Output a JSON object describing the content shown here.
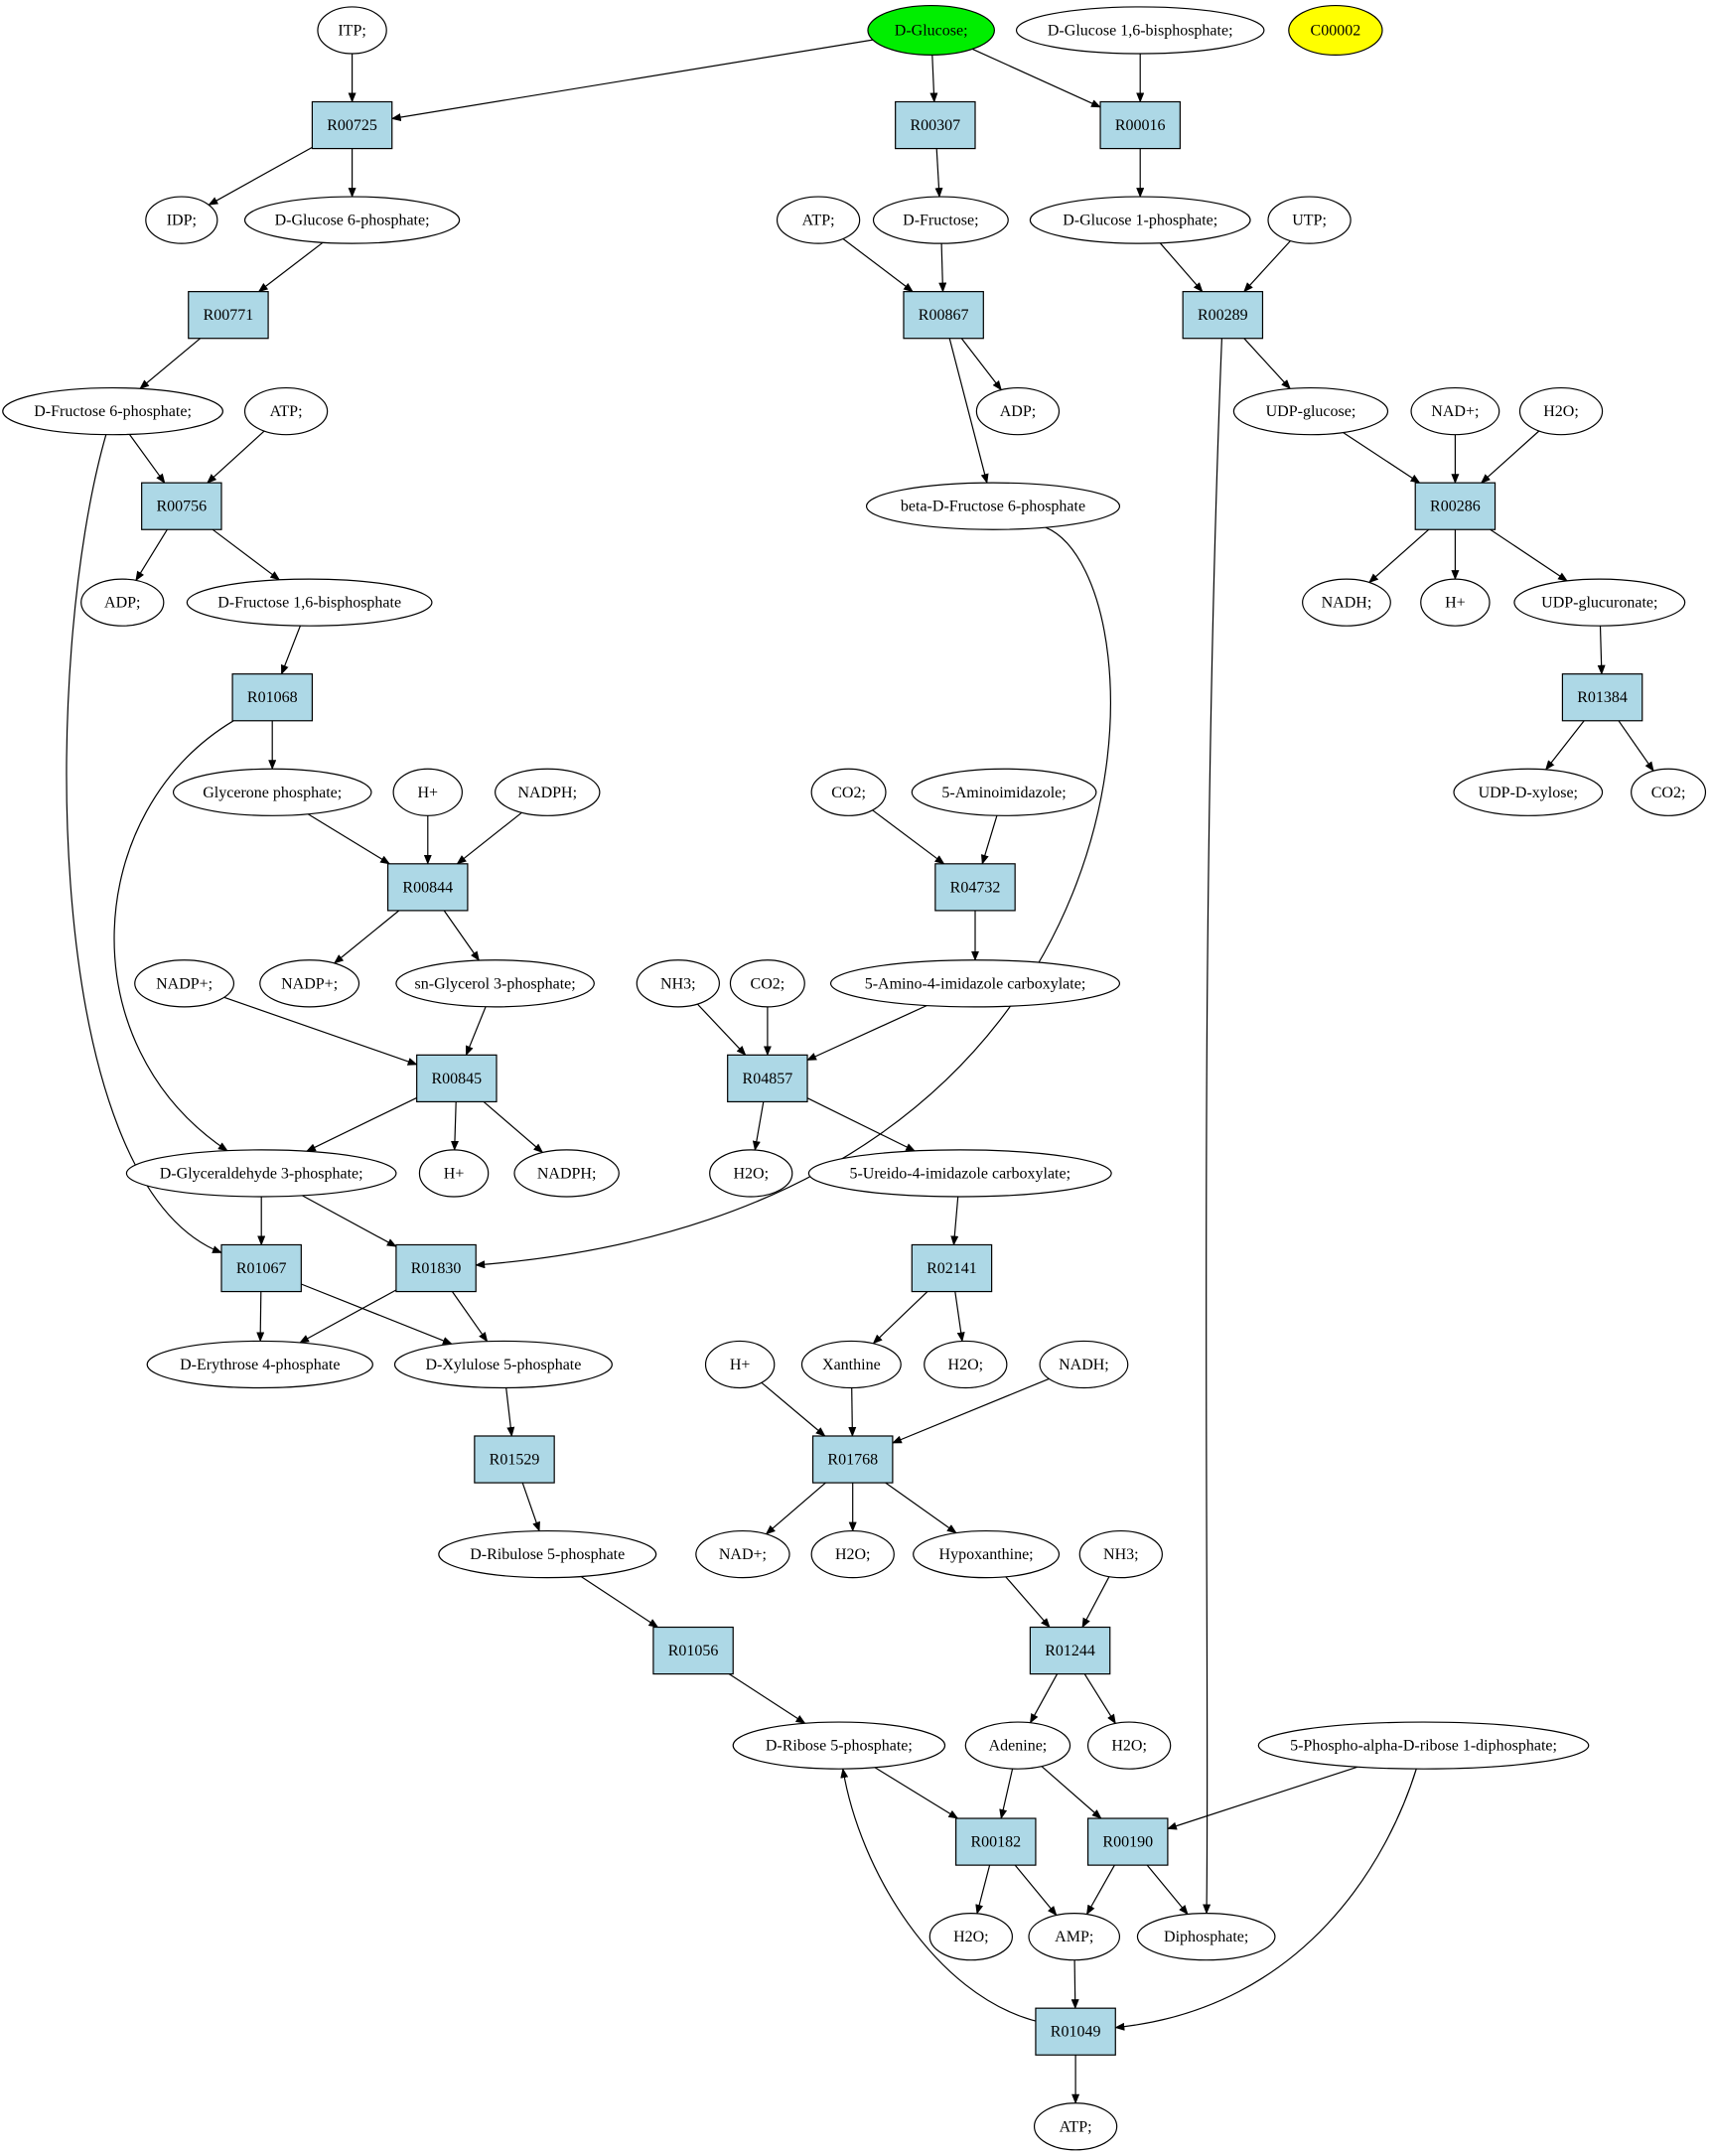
{
  "colors": {
    "reaction_fill": "#add8e6",
    "compound_fill": "#ffffff",
    "source_fill": "#00ee00",
    "extra_fill": "#ffff00",
    "stroke": "#000000"
  },
  "compounds": [
    {
      "id": "itp",
      "label": "ITP;"
    },
    {
      "id": "glucose",
      "label": "D-Glucose;",
      "highlight": "source"
    },
    {
      "id": "g16bp",
      "label": "D-Glucose 1,6-bisphosphate;"
    },
    {
      "id": "c00002",
      "label": "C00002",
      "highlight": "extra"
    },
    {
      "id": "idp",
      "label": "IDP;"
    },
    {
      "id": "g6p",
      "label": "D-Glucose 6-phosphate;"
    },
    {
      "id": "atp1",
      "label": "ATP;"
    },
    {
      "id": "fructose",
      "label": "D-Fructose;"
    },
    {
      "id": "g1p",
      "label": "D-Glucose 1-phosphate;"
    },
    {
      "id": "utp",
      "label": "UTP;"
    },
    {
      "id": "adp1",
      "label": "ADP;"
    },
    {
      "id": "f6p",
      "label": "D-Fructose 6-phosphate;"
    },
    {
      "id": "atp2",
      "label": "ATP;"
    },
    {
      "id": "udpglc",
      "label": "UDP-glucose;"
    },
    {
      "id": "nadp_plus_a",
      "label": "NAD+;"
    },
    {
      "id": "h2o_a",
      "label": "H2O;"
    },
    {
      "id": "bf6p",
      "label": "beta-D-Fructose 6-phosphate"
    },
    {
      "id": "adp2",
      "label": "ADP;"
    },
    {
      "id": "f16bp",
      "label": "D-Fructose 1,6-bisphosphate"
    },
    {
      "id": "nadh_a",
      "label": "NADH;"
    },
    {
      "id": "hplus_a",
      "label": "H+"
    },
    {
      "id": "udpgca",
      "label": "UDP-glucuronate;"
    },
    {
      "id": "glyp",
      "label": "Glycerone phosphate;"
    },
    {
      "id": "hplus_b",
      "label": "H+"
    },
    {
      "id": "nadph_a",
      "label": "NADPH;"
    },
    {
      "id": "co2_a",
      "label": "CO2;"
    },
    {
      "id": "aminoimid",
      "label": "5-Aminoimidazole;"
    },
    {
      "id": "udpxyl",
      "label": "UDP-D-xylose;"
    },
    {
      "id": "co2_b",
      "label": "CO2;"
    },
    {
      "id": "nadpp_a",
      "label": "NADP+;"
    },
    {
      "id": "nadpp_b",
      "label": "NADP+;"
    },
    {
      "id": "g3p",
      "label": "sn-Glycerol 3-phosphate;"
    },
    {
      "id": "nh3_a",
      "label": "NH3;"
    },
    {
      "id": "co2_c",
      "label": "CO2;"
    },
    {
      "id": "aic",
      "label": "5-Amino-4-imidazole carboxylate;"
    },
    {
      "id": "gap",
      "label": "D-Glyceraldehyde 3-phosphate;"
    },
    {
      "id": "hplus_c",
      "label": "H+"
    },
    {
      "id": "nadph_b",
      "label": "NADPH;"
    },
    {
      "id": "h2o_b",
      "label": "H2O;"
    },
    {
      "id": "uic",
      "label": "5-Ureido-4-imidazole carboxylate;"
    },
    {
      "id": "e4p",
      "label": "D-Erythrose 4-phosphate"
    },
    {
      "id": "x5p",
      "label": "D-Xylulose 5-phosphate"
    },
    {
      "id": "hplus_d",
      "label": "H+"
    },
    {
      "id": "xanthine",
      "label": "Xanthine"
    },
    {
      "id": "h2o_c",
      "label": "H2O;"
    },
    {
      "id": "nadh_b",
      "label": "NADH;"
    },
    {
      "id": "nadplus_b",
      "label": "NAD+;"
    },
    {
      "id": "h2o_d",
      "label": "H2O;"
    },
    {
      "id": "hypox",
      "label": "Hypoxanthine;"
    },
    {
      "id": "nh3_b",
      "label": "NH3;"
    },
    {
      "id": "ru5p",
      "label": "D-Ribulose 5-phosphate"
    },
    {
      "id": "r5p",
      "label": "D-Ribose 5-phosphate;"
    },
    {
      "id": "adenine",
      "label": "Adenine;"
    },
    {
      "id": "h2o_e",
      "label": "H2O;"
    },
    {
      "id": "prpp",
      "label": "5-Phospho-alpha-D-ribose 1-diphosphate;"
    },
    {
      "id": "h2o_f",
      "label": "H2O;"
    },
    {
      "id": "amp",
      "label": "AMP;"
    },
    {
      "id": "diphos",
      "label": "Diphosphate;"
    },
    {
      "id": "atp3",
      "label": "ATP;"
    }
  ],
  "reactions": [
    {
      "id": "r00725",
      "label": "R00725"
    },
    {
      "id": "r00307",
      "label": "R00307"
    },
    {
      "id": "r00016",
      "label": "R00016"
    },
    {
      "id": "r00771",
      "label": "R00771"
    },
    {
      "id": "r00867",
      "label": "R00867"
    },
    {
      "id": "r00289",
      "label": "R00289"
    },
    {
      "id": "r00756",
      "label": "R00756"
    },
    {
      "id": "r00286",
      "label": "R00286"
    },
    {
      "id": "r01068",
      "label": "R01068"
    },
    {
      "id": "r01384",
      "label": "R01384"
    },
    {
      "id": "r00844",
      "label": "R00844"
    },
    {
      "id": "r04732",
      "label": "R04732"
    },
    {
      "id": "r00845",
      "label": "R00845"
    },
    {
      "id": "r04857",
      "label": "R04857"
    },
    {
      "id": "r01067",
      "label": "R01067"
    },
    {
      "id": "r01830",
      "label": "R01830"
    },
    {
      "id": "r02141",
      "label": "R02141"
    },
    {
      "id": "r01529",
      "label": "R01529"
    },
    {
      "id": "r01768",
      "label": "R01768"
    },
    {
      "id": "r01056",
      "label": "R01056"
    },
    {
      "id": "r01244",
      "label": "R01244"
    },
    {
      "id": "r00182",
      "label": "R00182"
    },
    {
      "id": "r00190",
      "label": "R00190"
    },
    {
      "id": "r01049",
      "label": "R01049"
    }
  ],
  "edges": [
    [
      "itp",
      "r00725"
    ],
    [
      "glucose",
      "r00725"
    ],
    [
      "r00725",
      "idp"
    ],
    [
      "r00725",
      "g6p"
    ],
    [
      "glucose",
      "r00307"
    ],
    [
      "r00307",
      "fructose"
    ],
    [
      "glucose",
      "r00016"
    ],
    [
      "g16bp",
      "r00016"
    ],
    [
      "r00016",
      "g1p"
    ],
    [
      "g6p",
      "r00771"
    ],
    [
      "r00771",
      "f6p"
    ],
    [
      "atp1",
      "r00867"
    ],
    [
      "fructose",
      "r00867"
    ],
    [
      "r00867",
      "adp1"
    ],
    [
      "r00867",
      "bf6p"
    ],
    [
      "g1p",
      "r00289"
    ],
    [
      "utp",
      "r00289"
    ],
    [
      "r00289",
      "udpglc"
    ],
    [
      "r00289",
      "diphos"
    ],
    [
      "f6p",
      "r00756"
    ],
    [
      "atp2",
      "r00756"
    ],
    [
      "r00756",
      "adp2"
    ],
    [
      "r00756",
      "f16bp"
    ],
    [
      "udpglc",
      "r00286"
    ],
    [
      "nadp_plus_a",
      "r00286"
    ],
    [
      "h2o_a",
      "r00286"
    ],
    [
      "r00286",
      "nadh_a"
    ],
    [
      "r00286",
      "hplus_a"
    ],
    [
      "r00286",
      "udpgca"
    ],
    [
      "udpgca",
      "r01384"
    ],
    [
      "r01384",
      "udpxyl"
    ],
    [
      "r01384",
      "co2_b"
    ],
    [
      "f16bp",
      "r01068"
    ],
    [
      "r01068",
      "glyp"
    ],
    [
      "r01068",
      "gap"
    ],
    [
      "glyp",
      "r00844"
    ],
    [
      "hplus_b",
      "r00844"
    ],
    [
      "nadph_a",
      "r00844"
    ],
    [
      "r00844",
      "nadpp_b"
    ],
    [
      "r00844",
      "g3p"
    ],
    [
      "co2_a",
      "r04732"
    ],
    [
      "aminoimid",
      "r04732"
    ],
    [
      "r04732",
      "aic"
    ],
    [
      "nadpp_a",
      "r00845"
    ],
    [
      "g3p",
      "r00845"
    ],
    [
      "r00845",
      "gap"
    ],
    [
      "r00845",
      "hplus_c"
    ],
    [
      "r00845",
      "nadph_b"
    ],
    [
      "nh3_a",
      "r04857"
    ],
    [
      "co2_c",
      "r04857"
    ],
    [
      "aic",
      "r04857"
    ],
    [
      "r04857",
      "h2o_b"
    ],
    [
      "r04857",
      "uic"
    ],
    [
      "gap",
      "r01067"
    ],
    [
      "f6p",
      "r01067"
    ],
    [
      "r01067",
      "e4p"
    ],
    [
      "r01067",
      "x5p"
    ],
    [
      "gap",
      "r01830"
    ],
    [
      "bf6p",
      "r01830"
    ],
    [
      "r01830",
      "e4p"
    ],
    [
      "r01830",
      "x5p"
    ],
    [
      "uic",
      "r02141"
    ],
    [
      "r02141",
      "xanthine"
    ],
    [
      "r02141",
      "h2o_c"
    ],
    [
      "x5p",
      "r01529"
    ],
    [
      "r01529",
      "ru5p"
    ],
    [
      "hplus_d",
      "r01768"
    ],
    [
      "xanthine",
      "r01768"
    ],
    [
      "nadh_b",
      "r01768"
    ],
    [
      "r01768",
      "nadplus_b"
    ],
    [
      "r01768",
      "h2o_d"
    ],
    [
      "r01768",
      "hypox"
    ],
    [
      "ru5p",
      "r01056"
    ],
    [
      "r01056",
      "r5p"
    ],
    [
      "hypox",
      "r01244"
    ],
    [
      "nh3_b",
      "r01244"
    ],
    [
      "r01244",
      "adenine"
    ],
    [
      "r01244",
      "h2o_e"
    ],
    [
      "r5p",
      "r00182"
    ],
    [
      "adenine",
      "r00182"
    ],
    [
      "r00182",
      "h2o_f"
    ],
    [
      "r00182",
      "amp"
    ],
    [
      "adenine",
      "r00190"
    ],
    [
      "prpp",
      "r00190"
    ],
    [
      "r00190",
      "amp"
    ],
    [
      "r00190",
      "diphos"
    ],
    [
      "amp",
      "r01049"
    ],
    [
      "prpp",
      "r01049"
    ],
    [
      "r01049",
      "r5p"
    ],
    [
      "r01049",
      "atp3"
    ]
  ]
}
